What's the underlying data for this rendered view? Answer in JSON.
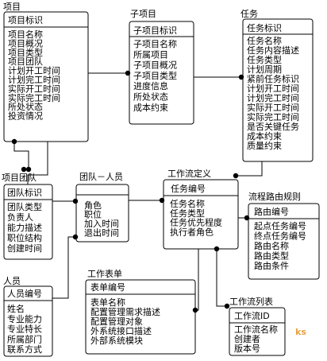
{
  "entities": {
    "project": {
      "title": "项目",
      "key": "项目标识",
      "attrs": [
        "项目名称",
        "项目概况",
        "项目类型",
        "项目团队",
        "计划开工时间",
        "计划完工时间",
        "实际开工时间",
        "实际完工时间",
        "所处状态",
        "投资情况"
      ]
    },
    "subproject": {
      "title": "子项目",
      "key": "子项目标识",
      "attrs": [
        "子项目名称",
        "所属项目",
        "子项目概况",
        "子项目类型",
        "进度信息",
        "所处状态",
        "成本约束"
      ]
    },
    "task": {
      "title": "任务",
      "key": "任务标识",
      "attrs": [
        "任务名称",
        "任务内容描述",
        "任务类型",
        "计划周期",
        "紧前任务标识",
        "计划开工时间",
        "计划完工时间",
        "实际开工时间",
        "实际完工时间",
        "是否关键任务",
        "成本约束",
        "质量约束"
      ]
    },
    "team": {
      "title": "项目团队",
      "key": "团队标识",
      "attrs": [
        "团队类型",
        "负责人",
        "能力描述",
        "职位结构",
        "创建时间"
      ]
    },
    "team_person": {
      "title": "团队－人员",
      "key": "",
      "attrs": [
        "角色",
        "职位",
        "加入时间",
        "退出时间"
      ]
    },
    "workflow_def": {
      "title": "工作流定义",
      "key": "任务编号",
      "attrs": [
        "任务名称",
        "任务类型",
        "任务优先程度",
        "执行者角色"
      ]
    },
    "flow_route": {
      "title": "流程路由规则",
      "key": "路由编号",
      "attrs": [
        "起点任务编号",
        "终点任务编号",
        "路由名称",
        "路由类型",
        "路由条件"
      ]
    },
    "person": {
      "title": "人员",
      "key": "人员编号",
      "attrs": [
        "姓名",
        "专业能力",
        "专业特长",
        "所属部门",
        "联系方式"
      ]
    },
    "work_form": {
      "title": "工作表单",
      "key": "表单编号",
      "attrs": [
        "表单名称",
        "配置管理需求描述",
        "配置管理对象",
        "外系统接口描述",
        "外部系统模块"
      ]
    },
    "workflow_list": {
      "title": "工作流列表",
      "key": "工作流ID",
      "attrs": [
        "工作流名称",
        "创建者",
        "版本号"
      ]
    }
  },
  "watermark": "ks"
}
